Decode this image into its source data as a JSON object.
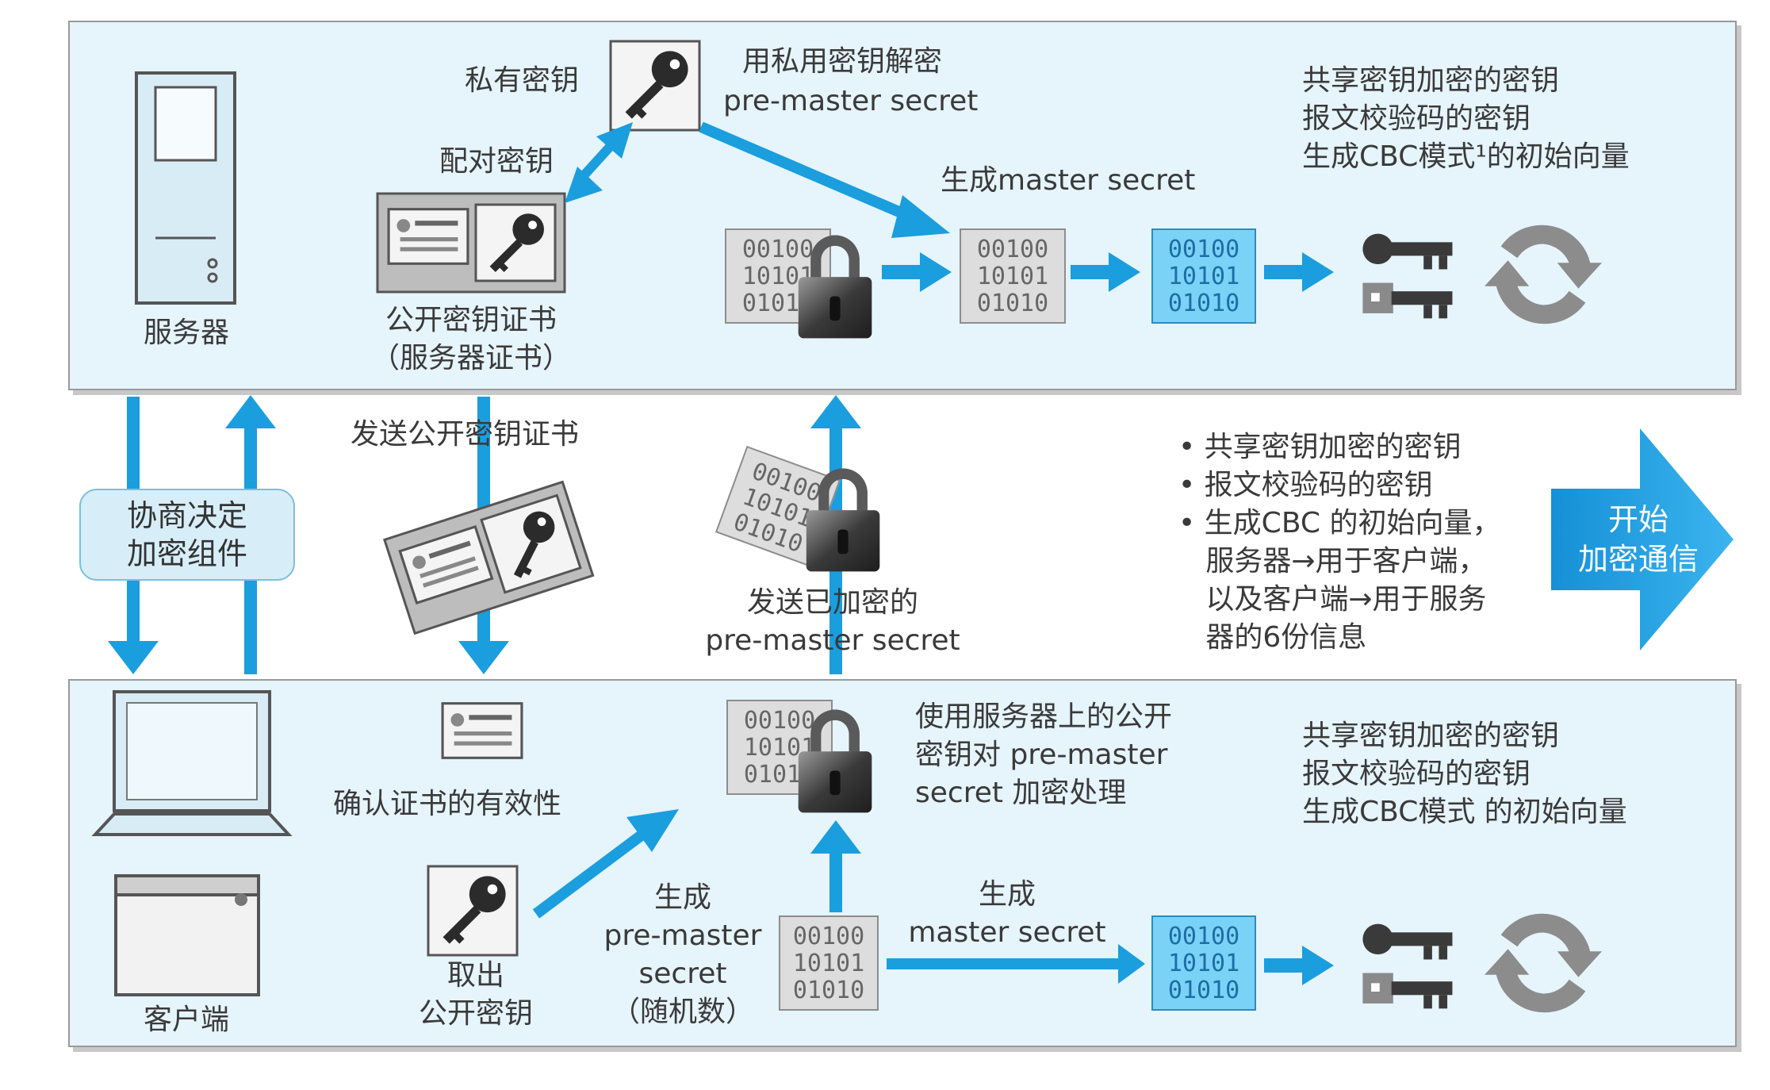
{
  "server": {
    "label": "服务器",
    "private_key_label": "私有密钥",
    "decrypt_line1": "用私用密钥解密",
    "decrypt_line2": "pre-master secret",
    "pair_key_label": "配对密钥",
    "cert_line1": "公开密钥证书",
    "cert_line2": "（服务器证书）",
    "generate_master": "生成master secret",
    "bits": "00100\n10101\n01010",
    "keys_line1": "共享密钥加密的密钥",
    "keys_line2": "报文校验码的密钥",
    "keys_line3": "生成CBC模式¹的初始向量"
  },
  "middle": {
    "negotiate": "协商决定\n加密组件",
    "send_cert": "发送公开密钥证书",
    "send_encrypted_line1": "发送已加密的",
    "send_encrypted_line2": "pre-master secret",
    "bullets": [
      "• 共享密钥加密的密钥",
      "• 报文校验码的密钥",
      "• 生成CBC 的初始向量，",
      "   服务器→用于客户端，",
      "   以及客户端→用于服务",
      "   器的6份信息"
    ],
    "start_button": "开始\n加密通信"
  },
  "client": {
    "label": "客户端",
    "verify_cert": "确认证书的有效性",
    "take_key_line1": "取出",
    "take_key_line2": "公开密钥",
    "gen_pre_line1": "生成",
    "gen_pre_line2": "pre-master",
    "gen_pre_line3": "secret",
    "gen_pre_line4": "（随机数）",
    "encrypt_line1": "使用服务器上的公开",
    "encrypt_line2": "密钥对 pre-master",
    "encrypt_line3": "secret 加密处理",
    "gen_master_line1": "生成",
    "gen_master_line2": "master secret",
    "bits": "00100\n10101\n01010",
    "keys_line1": "共享密钥加密的密钥",
    "keys_line2": "报文校验码的密钥",
    "keys_line3": "生成CBC模式 的初始向量"
  },
  "colors": {
    "arrow": "#1a9ede",
    "panel": "#e6f4fb",
    "bits_blue": "#7ad3f7"
  }
}
